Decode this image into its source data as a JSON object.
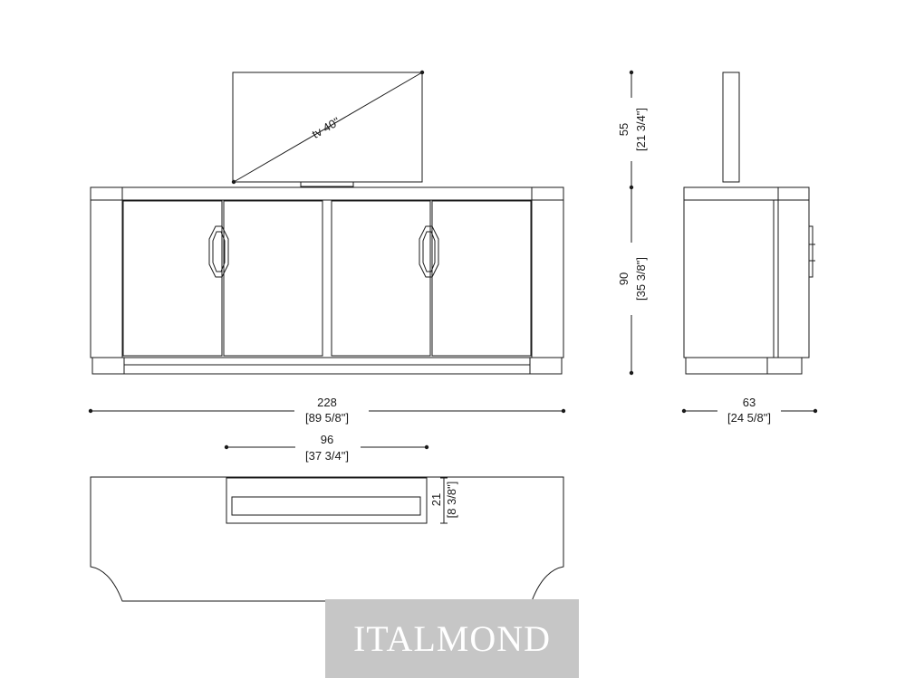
{
  "tv_label": "tv 40\"",
  "dimensions": {
    "width_cm": "228",
    "width_in": "[89 5/8\"]",
    "tv_width_cm": "96",
    "tv_width_in": "[37 3/4\"]",
    "tv_height_cm": "55",
    "tv_height_in": "[21 3/4\"]",
    "height_cm": "90",
    "height_in": "[35 3/8\"]",
    "depth_cm": "63",
    "depth_in": "[24 5/8\"]",
    "base_depth_cm": "21",
    "base_depth_in": "[8 3/8\"]"
  },
  "brand": "ITALMOND"
}
